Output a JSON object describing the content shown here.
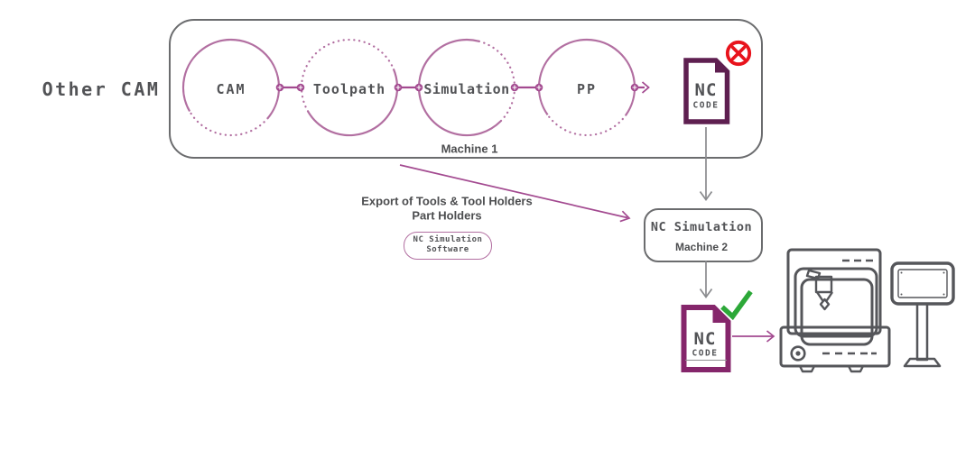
{
  "diagram": {
    "source_label": "Other CAM",
    "machine1_frame": {
      "label": "Machine 1",
      "steps": [
        "CAM",
        "Toolpath",
        "Simulation",
        "PP"
      ]
    },
    "nc_file_rejected": {
      "title": "NC",
      "subtitle": "CODE",
      "status": "rejected"
    },
    "export_note": {
      "line1": "Export of Tools & Tool Holders",
      "line2": "Part Holders"
    },
    "software_pill": {
      "line1": "NC Simulation",
      "line2": "Software"
    },
    "simulation_box": {
      "title": "NC Simulation",
      "subtitle": "Machine 2"
    },
    "nc_file_approved": {
      "title": "NC",
      "subtitle": "CODE",
      "status": "approved"
    },
    "output_devices": [
      "cnc-machine",
      "control-monitor"
    ]
  },
  "colors": {
    "accent_mauve": "#a34a90",
    "circle_stroke": "#b26fa1",
    "frame_gray": "#6b6c6e",
    "text_gray": "#525356",
    "arrow_gray": "#8a8b8e",
    "doc_purple_dark": "#5e1f50",
    "doc_purple_light": "#85266b",
    "error_red": "#e8131c",
    "success_green": "#2ca838",
    "machine_line_gray": "#55565a"
  }
}
